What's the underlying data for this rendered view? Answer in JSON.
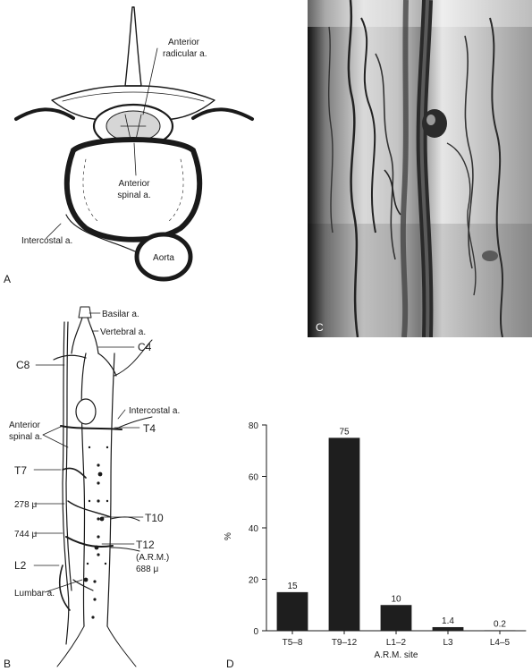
{
  "panel_a": {
    "letter": "A",
    "labels": {
      "anterior_radicular": [
        "Anterior",
        "radicular a."
      ],
      "anterior_spinal": [
        "Anterior",
        "spinal a."
      ],
      "intercostal": "Intercostal a.",
      "aorta": "Aorta"
    }
  },
  "panel_b": {
    "letter": "B",
    "labels": {
      "basilar": "Basilar a.",
      "vertebral": "Vertebral a.",
      "c4": "C4",
      "c8": "C8",
      "intercostal": "Intercostal a.",
      "anterior_spinal": [
        "Anterior",
        "spinal a."
      ],
      "t4": "T4",
      "t7": "T7",
      "d278": "278 μ",
      "t10": "T10",
      "d744": "744 μ",
      "t12": [
        "T12",
        "(A.R.M.)",
        "688 μ"
      ],
      "l2": "L2",
      "lumbar": "Lumbar a."
    }
  },
  "panel_c": {
    "letter": "C"
  },
  "panel_d": {
    "letter": "D"
  },
  "chart_data": {
    "type": "bar",
    "categories": [
      "T5–8",
      "T9–12",
      "L1–2",
      "L3",
      "L4–5"
    ],
    "values": [
      15,
      75,
      10,
      1.4,
      0.2
    ],
    "value_labels": [
      "15",
      "75",
      "10",
      "1.4",
      "0.2"
    ],
    "xlabel": "A.R.M. site",
    "ylabel": "%",
    "ylim": [
      0,
      80
    ],
    "yticks": [
      0,
      20,
      40,
      60,
      80
    ],
    "bar_color": "#1e1e1e",
    "grid": false
  }
}
